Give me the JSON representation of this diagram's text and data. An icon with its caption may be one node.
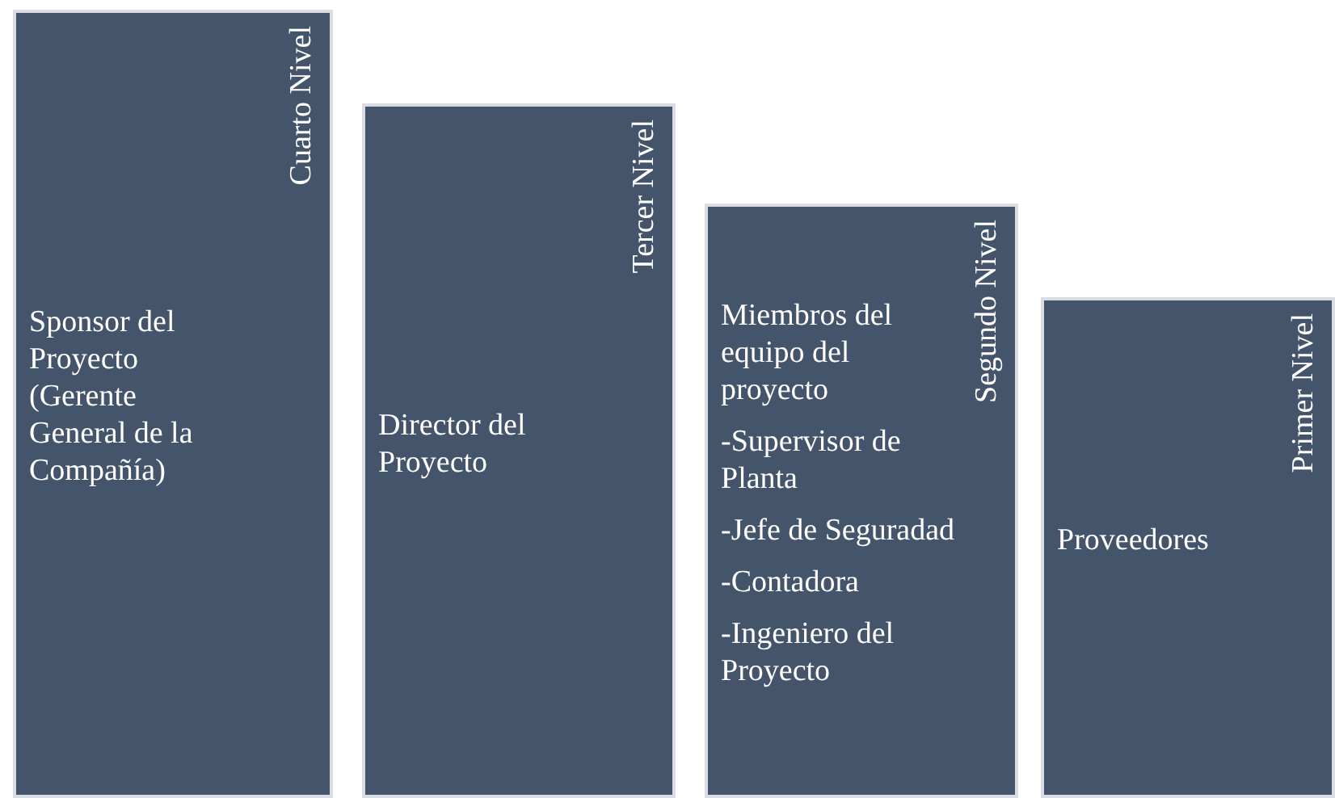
{
  "diagram": {
    "nodes": [
      {
        "text": [
          "Cuarto Nivel",
          "Sponsor del Proyecto (Gerente General de la Compañía)"
        ]
      },
      {
        "text": [
          "Tercer Nivel",
          "Director del Proyecto"
        ]
      },
      {
        "text": [
          "Segundo Nivel",
          "Miembros del equipo del proyecto",
          "-Supervisor de Planta",
          "-Jefe de Seguradad",
          "-Contadora",
          "-Ingeniero del Proyecto"
        ]
      },
      {
        "text": [
          "Primer Nivel",
          "Proveedores"
        ]
      }
    ]
  }
}
